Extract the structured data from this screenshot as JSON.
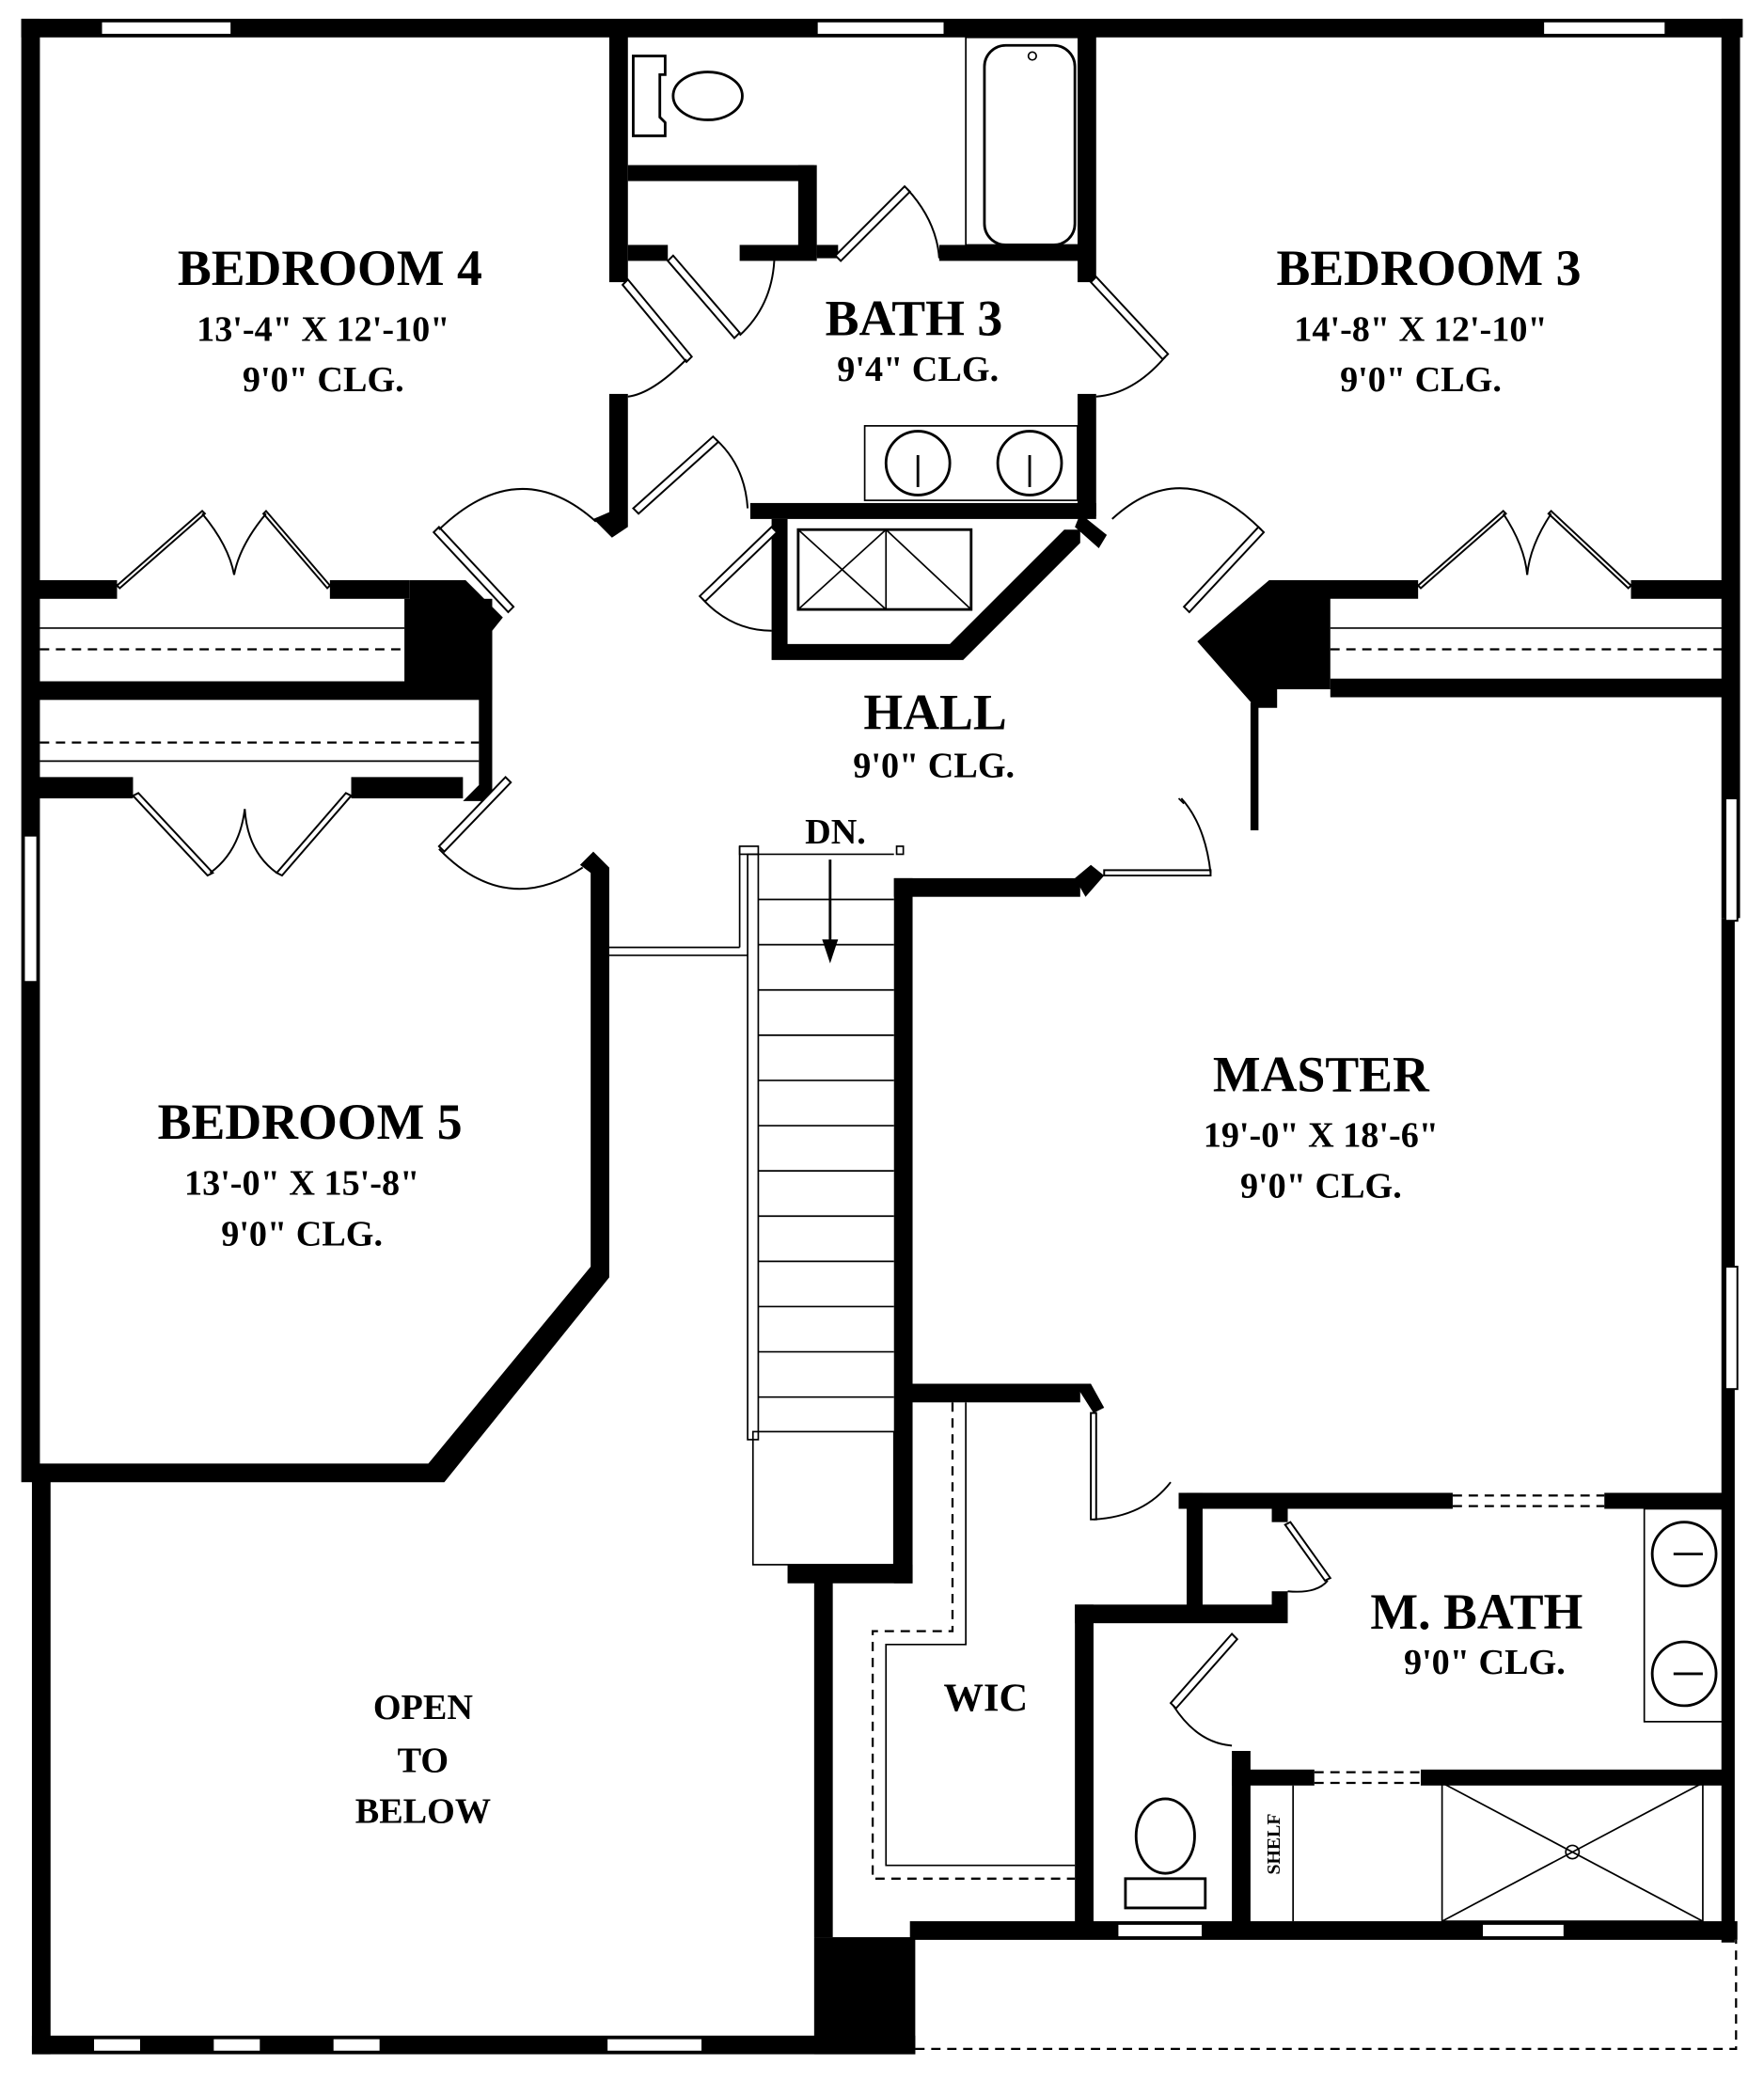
{
  "plan": {
    "title": "Second Floor Plan",
    "colors": {
      "wall": "#000000",
      "background": "#ffffff"
    },
    "rooms": [
      {
        "id": "bedroom-4",
        "name": "BEDROOM 4",
        "dims": "13'-4\" X 12'-10\"",
        "ceiling": "9'0\" CLG."
      },
      {
        "id": "bath-3",
        "name": "BATH 3",
        "ceiling": "9'4\" CLG."
      },
      {
        "id": "bedroom-3",
        "name": "BEDROOM 3",
        "dims": "14'-8\" X 12'-10\"",
        "ceiling": "9'0\" CLG."
      },
      {
        "id": "hall",
        "name": "HALL",
        "ceiling": "9'0\" CLG."
      },
      {
        "id": "master",
        "name": "MASTER",
        "dims": "19'-0\" X 18'-6\"",
        "ceiling": "9'0\" CLG."
      },
      {
        "id": "bedroom-5",
        "name": "BEDROOM 5",
        "dims": "13'-0\" X 15'-8\"",
        "ceiling": "9'0\" CLG."
      },
      {
        "id": "wic",
        "name": "WIC"
      },
      {
        "id": "master-bath",
        "name": "M. BATH",
        "ceiling": "9'0\" CLG."
      },
      {
        "id": "open-to-below",
        "lines": [
          "OPEN",
          "TO",
          "BELOW"
        ]
      }
    ],
    "annotations": {
      "stairs_down": "DN.",
      "shelf": "SHELF"
    },
    "fixtures": [
      "toilet-icon",
      "bathtub-icon",
      "double-sink-icon",
      "linen-closet-icon",
      "shower-icon",
      "stairs-icon"
    ]
  }
}
